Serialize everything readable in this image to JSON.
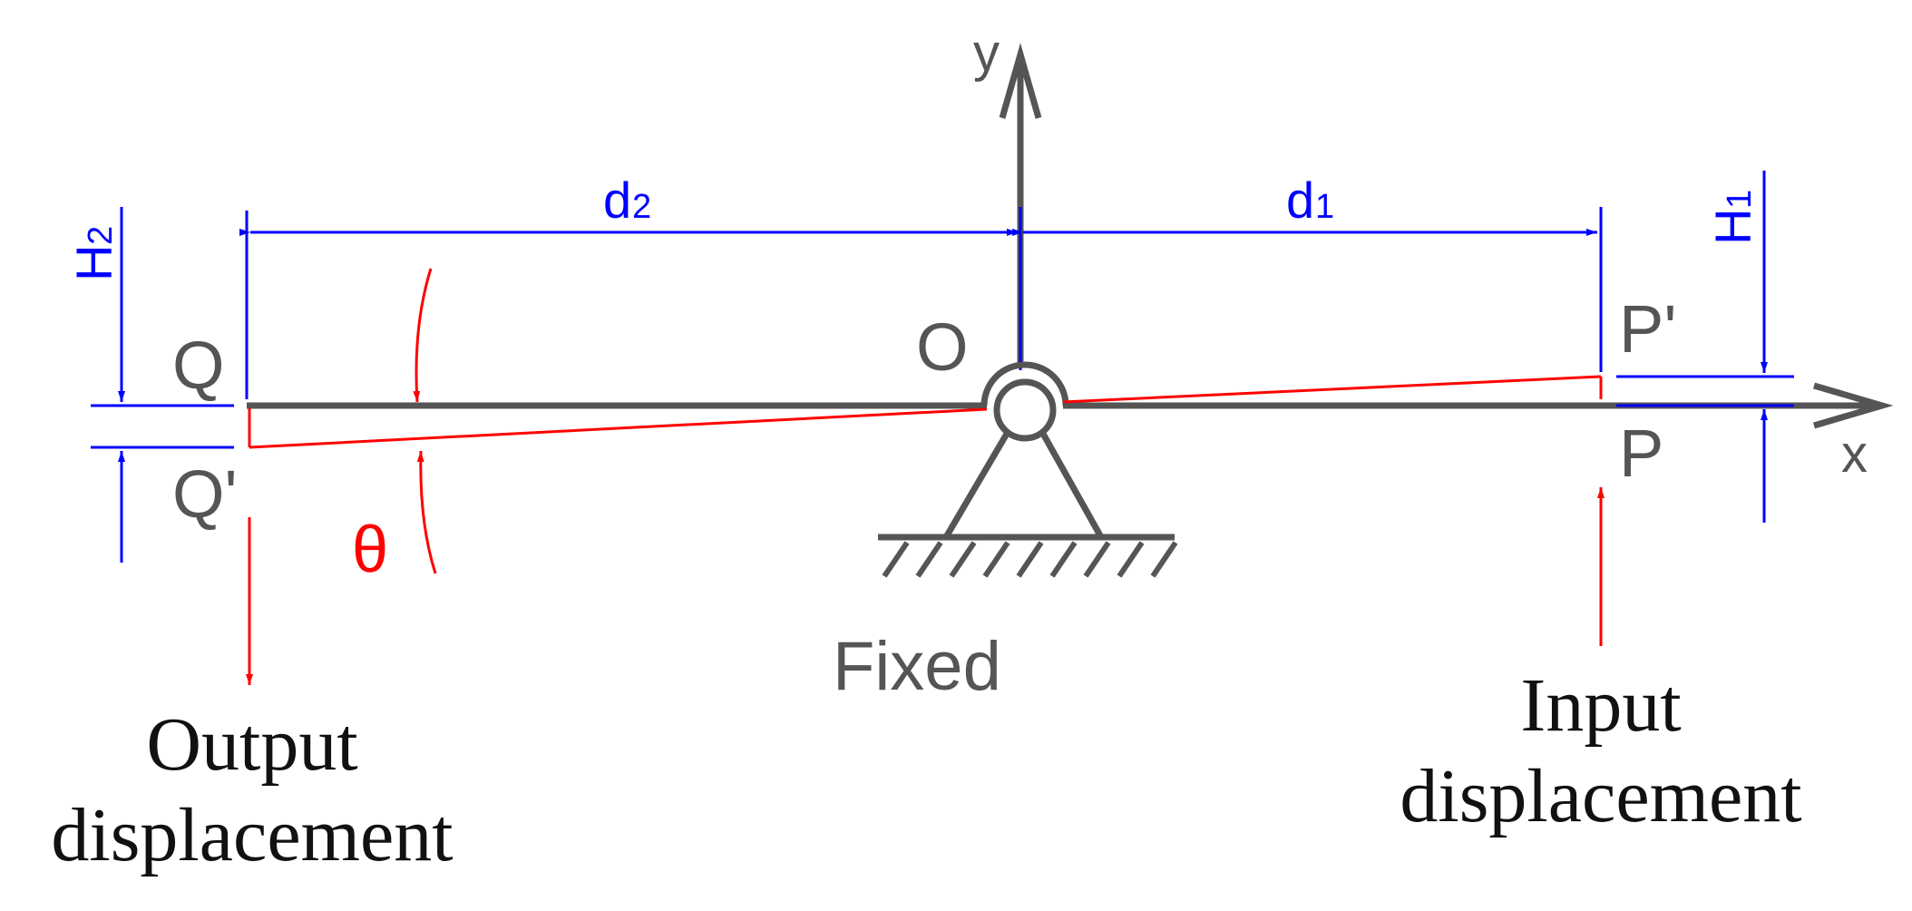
{
  "labels": {
    "axis_y": "y",
    "axis_x": "x",
    "origin": "O",
    "point_Q": "Q",
    "point_Q_prime": "Q'",
    "point_P": "P",
    "point_P_prime": "P'",
    "dim_d2_main": "d",
    "dim_d2_sub": "2",
    "dim_d1_main": "d",
    "dim_d1_sub": "1",
    "dim_H2_main": "H",
    "dim_H2_sub": "2",
    "dim_H1_main": "H",
    "dim_H1_sub": "1",
    "angle": "θ",
    "fixed": "Fixed",
    "output_line1": "Output",
    "output_line2": "displacement",
    "input_line1": "Input",
    "input_line2": "displacement"
  },
  "colors": {
    "structure": "#555555",
    "dimension": "#0000ff",
    "deflection": "#ff0000",
    "text_dark": "#111111"
  }
}
